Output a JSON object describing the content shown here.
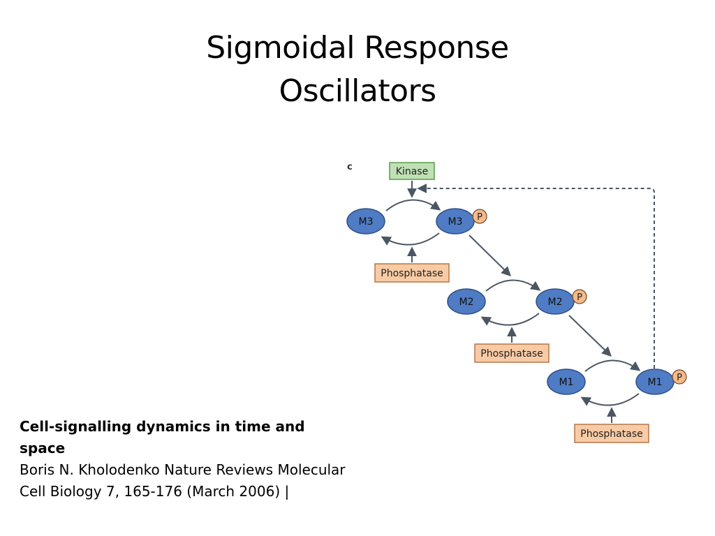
{
  "title": {
    "line1": "Sigmoidal Response",
    "line2": "Oscillators"
  },
  "citation": {
    "heading": "Cell-signalling dynamics in time and space",
    "body": "Boris N. Kholodenko Nature Reviews Molecular Cell Biology 7, 165-176 (March 2006) |"
  },
  "diagram": {
    "panel_label": "c",
    "kinase_label": "Kinase",
    "phosphatase_label": "Phosphatase",
    "phospho_label": "P",
    "tiers": [
      {
        "unphosphorylated": "M3",
        "phosphorylated": "M3"
      },
      {
        "unphosphorylated": "M2",
        "phosphorylated": "M2"
      },
      {
        "unphosphorylated": "M1",
        "phosphorylated": "M1"
      }
    ],
    "colors": {
      "node_fill": "#4f7cc4",
      "node_stroke": "#2c4f86",
      "kinase_fill": "#bfe0b4",
      "kinase_stroke": "#5a9a4c",
      "phosphatase_fill": "#f8cba5",
      "phosphatase_stroke": "#b3774a",
      "phospho_fill": "#f6b98a",
      "arrow": "#4a5663"
    }
  }
}
